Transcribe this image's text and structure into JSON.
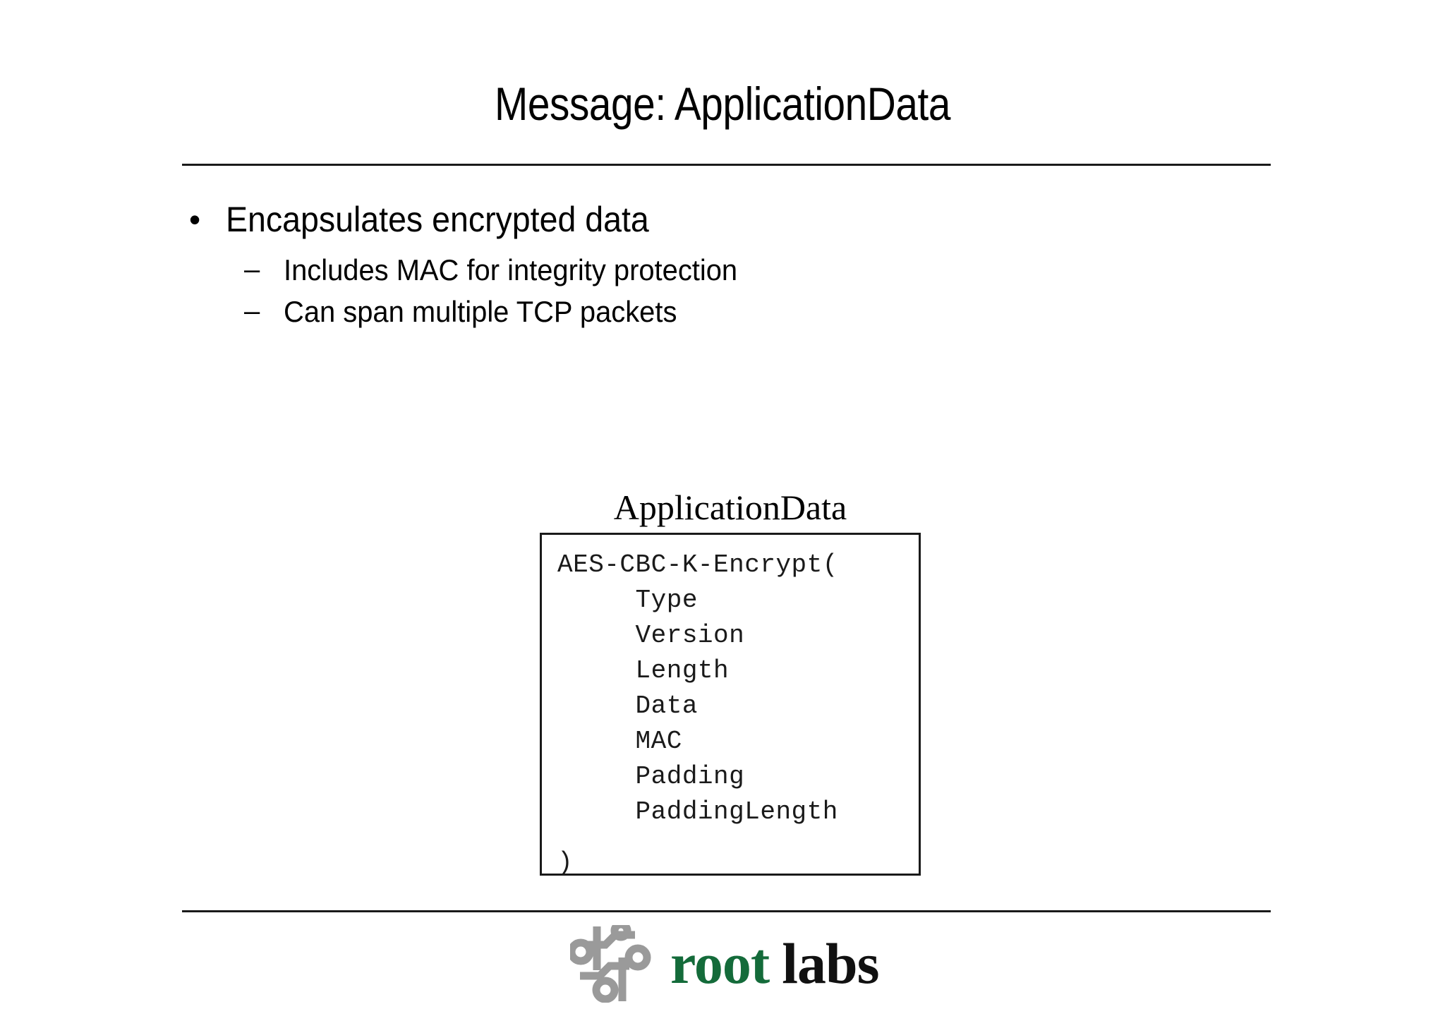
{
  "slide": {
    "title": "Message: ApplicationData",
    "bullets": [
      {
        "level": 1,
        "marker": "•",
        "text": "Encapsulates encrypted data"
      },
      {
        "level": 2,
        "marker": "–",
        "text": "Includes MAC for integrity protection"
      },
      {
        "level": 2,
        "marker": "–",
        "text": "Can span multiple TCP packets"
      }
    ],
    "diagram": {
      "caption": "ApplicationData",
      "code_lines": [
        "AES-CBC-K-Encrypt(",
        "     Type",
        "     Version",
        "     Length",
        "     Data",
        "     MAC",
        "     Padding",
        "     PaddingLength",
        ")"
      ]
    },
    "footer": {
      "logo_icon": "circuit-trace-icon",
      "brand_primary": "root",
      "brand_secondary": "labs"
    },
    "colors": {
      "brand_green": "#146b3a",
      "brand_black": "#111111",
      "logo_gray": "#9a9a9a",
      "rule": "#1a1a1a",
      "background": "#ffffff"
    }
  }
}
